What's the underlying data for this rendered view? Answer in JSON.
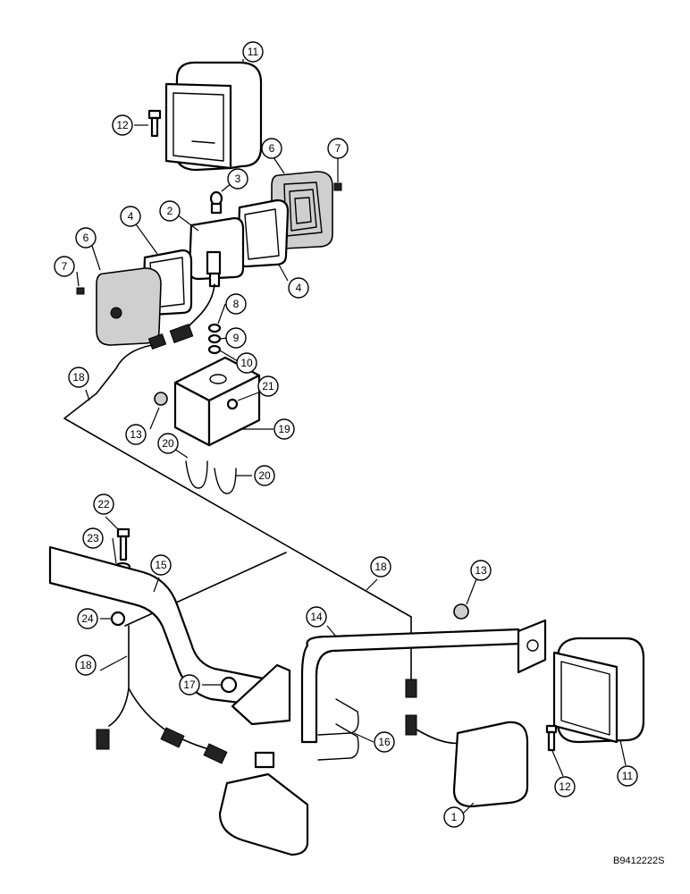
{
  "diagram": {
    "reference_code": "B9412222S",
    "callouts": [
      {
        "id": "c11a",
        "label": "11"
      },
      {
        "id": "c12a",
        "label": "12"
      },
      {
        "id": "c3",
        "label": "3"
      },
      {
        "id": "c2",
        "label": "2"
      },
      {
        "id": "c6a",
        "label": "6"
      },
      {
        "id": "c7a",
        "label": "7"
      },
      {
        "id": "c4a",
        "label": "4"
      },
      {
        "id": "c6b",
        "label": "6"
      },
      {
        "id": "c7b",
        "label": "7"
      },
      {
        "id": "c4b",
        "label": "4"
      },
      {
        "id": "c8",
        "label": "8"
      },
      {
        "id": "c9",
        "label": "9"
      },
      {
        "id": "c10",
        "label": "10"
      },
      {
        "id": "c18a",
        "label": "18"
      },
      {
        "id": "c21",
        "label": "21"
      },
      {
        "id": "c13a",
        "label": "13"
      },
      {
        "id": "c19",
        "label": "19"
      },
      {
        "id": "c20a",
        "label": "20"
      },
      {
        "id": "c20b",
        "label": "20"
      },
      {
        "id": "c22",
        "label": "22"
      },
      {
        "id": "c23",
        "label": "23"
      },
      {
        "id": "c15",
        "label": "15"
      },
      {
        "id": "c18b",
        "label": "18"
      },
      {
        "id": "c13b",
        "label": "13"
      },
      {
        "id": "c14",
        "label": "14"
      },
      {
        "id": "c24",
        "label": "24"
      },
      {
        "id": "c18c",
        "label": "18"
      },
      {
        "id": "c17",
        "label": "17"
      },
      {
        "id": "c16",
        "label": "16"
      },
      {
        "id": "c12b",
        "label": "12"
      },
      {
        "id": "c11b",
        "label": "11"
      },
      {
        "id": "c1",
        "label": "1"
      }
    ]
  }
}
